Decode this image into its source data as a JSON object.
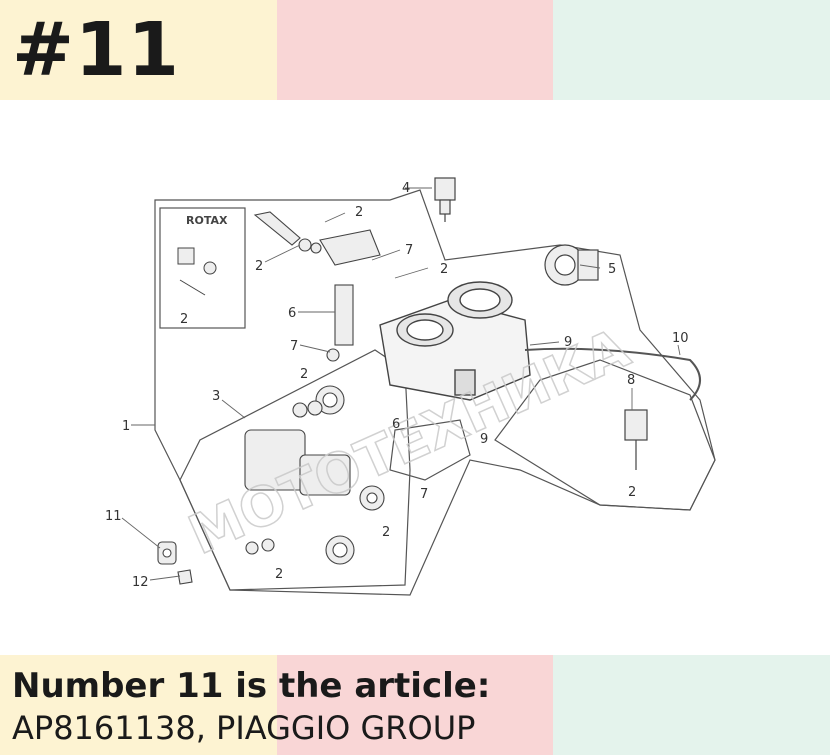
{
  "header": {
    "title": "#11"
  },
  "diagram": {
    "labels": {
      "l1": "1",
      "l2": "2",
      "l3": "3",
      "l4": "4",
      "l5": "5",
      "l6": "6",
      "l7": "7",
      "l8": "8",
      "l9": "9",
      "l10": "10",
      "l11": "11",
      "l12": "12"
    },
    "rotax_logo": "ROTAX",
    "watermark": "МОТОТЕХНИКА"
  },
  "footer": {
    "line1": "Number 11 is the article:",
    "line2": "AP8161138, PIAGGIO GROUP"
  }
}
